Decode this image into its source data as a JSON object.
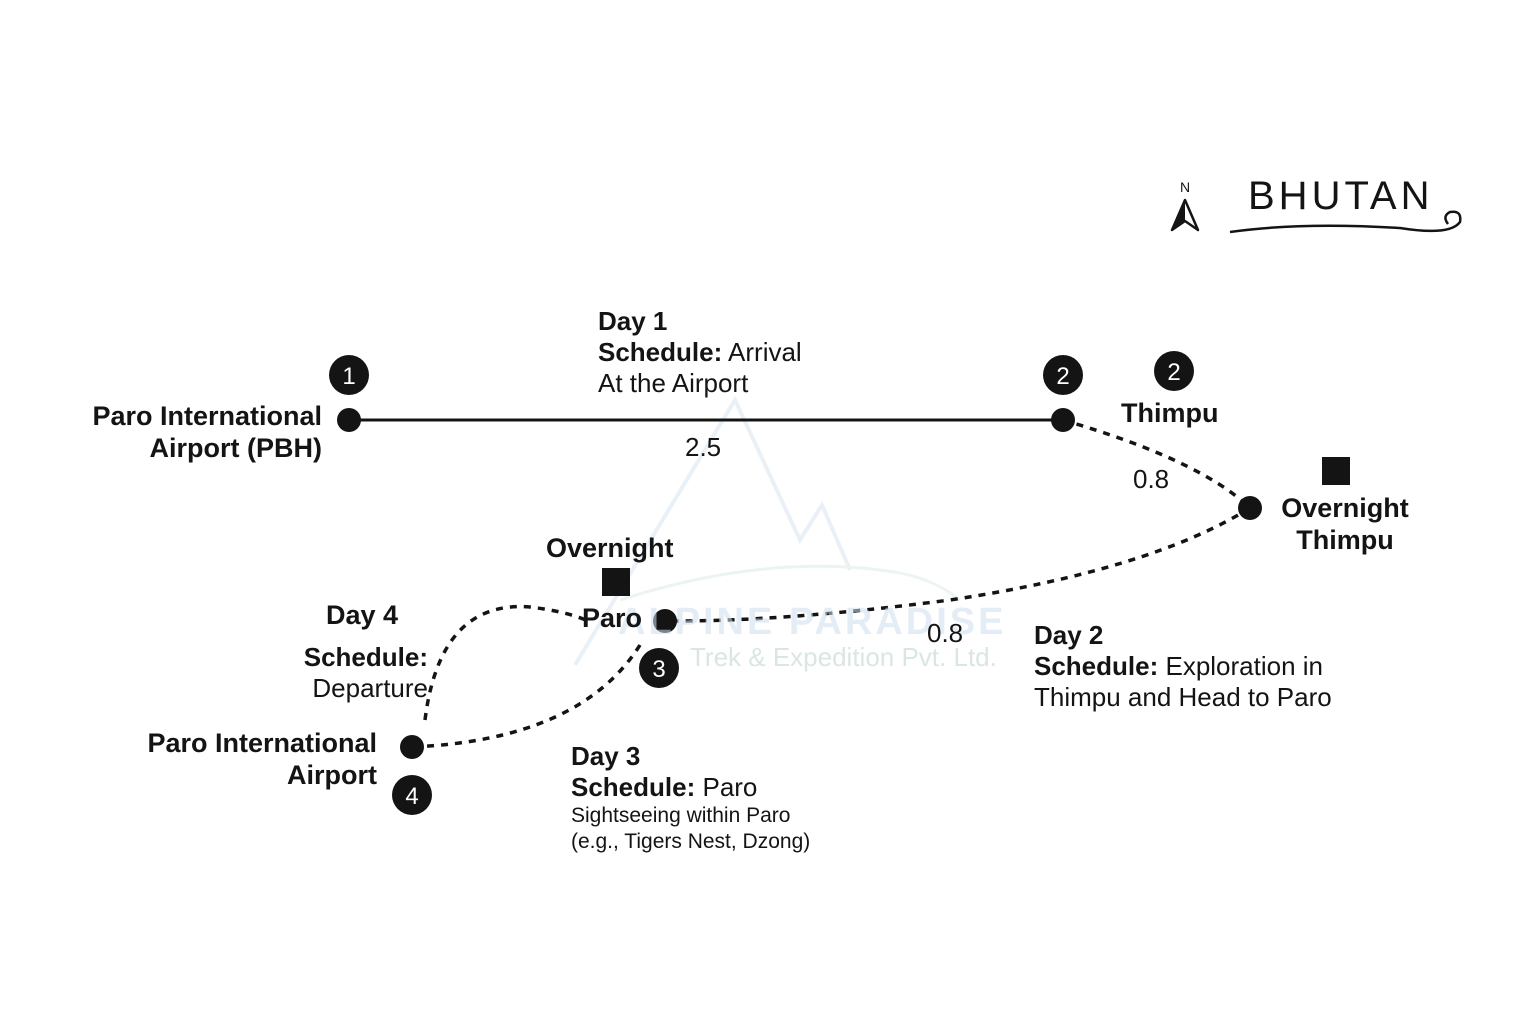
{
  "brand": {
    "title": "BHUTAN",
    "north": "N"
  },
  "watermark": {
    "name": "ALPINE PARADISE",
    "subtitle": "Trek & Expedition Pvt. Ltd."
  },
  "stops": [
    {
      "number": "1",
      "name_line1": "Paro International",
      "name_line2": "Airport (PBH)"
    },
    {
      "number": "2",
      "name": "Thimpu"
    },
    {
      "overnight_line1": "Overnight",
      "overnight_line2": "Thimpu"
    },
    {
      "number": "3",
      "name": "Paro",
      "overnight": "Overnight"
    },
    {
      "number": "4",
      "name_line1": "Paro International",
      "name_line2": "Airport"
    }
  ],
  "legs": [
    {
      "distance": "2.5"
    },
    {
      "distance": "0.8"
    },
    {
      "distance": "0.8"
    }
  ],
  "days": [
    {
      "day": "Day 1",
      "schedule_label": "Schedule:",
      "schedule_line1": " Arrival",
      "schedule_line2": "At the Airport"
    },
    {
      "day": "Day 2",
      "schedule_label": "Schedule:",
      "schedule_line1": " Exploration in",
      "schedule_line2": "Thimpu and Head to Paro"
    },
    {
      "day": "Day 3",
      "schedule_label": "Schedule:",
      "schedule_line1": " Paro",
      "detail_line1": "Sightseeing within Paro",
      "detail_line2": "(e.g., Tigers Nest, Dzong)"
    },
    {
      "day": "Day 4",
      "schedule_label": "Schedule:",
      "schedule_line1": "Departure"
    }
  ],
  "colors": {
    "ink": "#141414",
    "watermark_blue": "#cfe0ee",
    "watermark_green": "#d6e8dc"
  }
}
